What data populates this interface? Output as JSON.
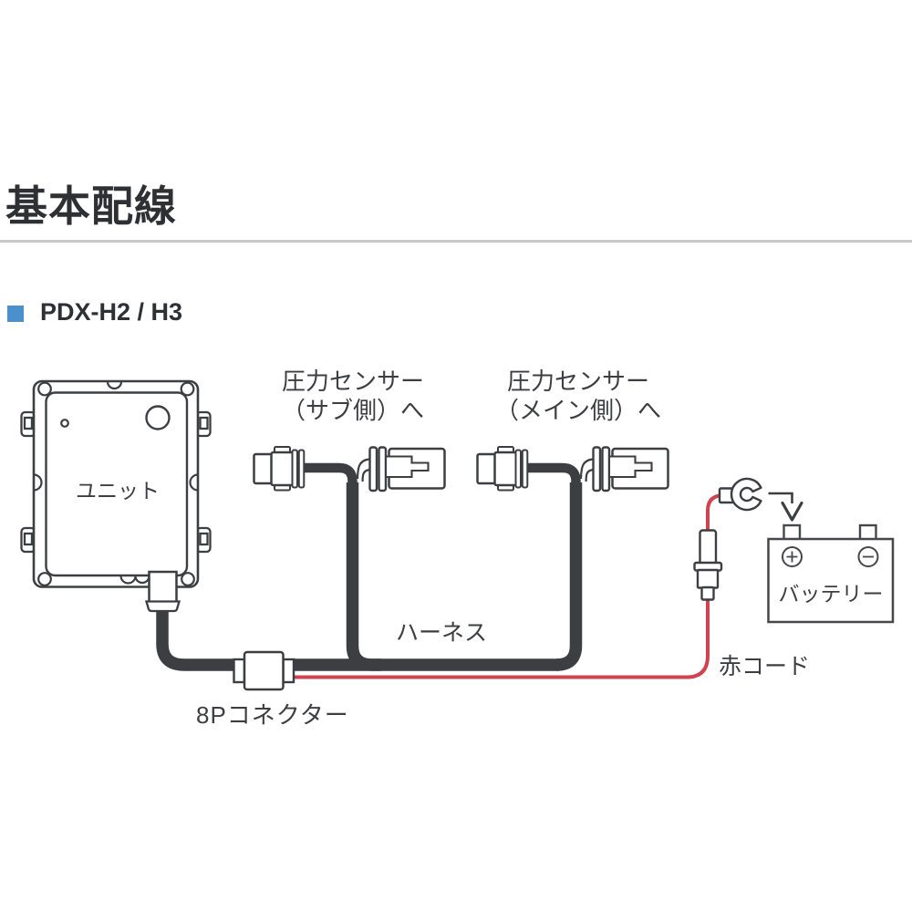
{
  "header": {
    "title": "基本配線"
  },
  "section": {
    "model": "PDX-H2 / H3"
  },
  "diagram": {
    "unit": {
      "label": "ユニット"
    },
    "sensor_sub": {
      "line1": "圧力センサー",
      "line2": "（サブ側）へ"
    },
    "sensor_main": {
      "line1": "圧力センサー",
      "line2": "（メイン側）へ"
    },
    "harness": {
      "label": "ハーネス"
    },
    "connector_8p": {
      "label": "8Pコネクター"
    },
    "red_cord": {
      "label": "赤コード"
    },
    "battery": {
      "label": "バッテリー",
      "positive_symbol": "+",
      "negative_symbol": "−"
    },
    "colors": {
      "harness_black": "#3d3e42",
      "cord_red": "#ce434f",
      "accent_blue": "#4a90cc",
      "outline": "#3d3e41"
    }
  }
}
